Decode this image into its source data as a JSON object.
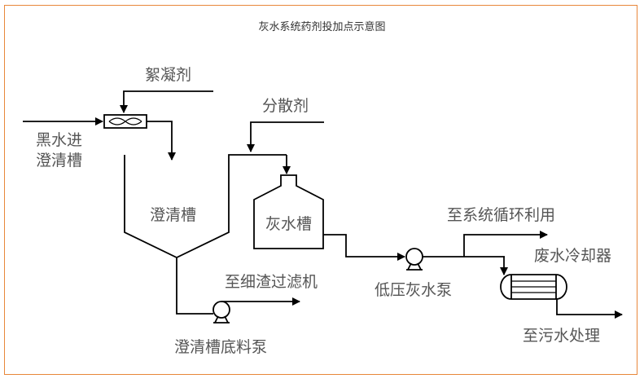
{
  "title": "灰水系统药剂投加点示意图",
  "colors": {
    "border": "#e8873a",
    "line": "#000000",
    "label": "#555555"
  },
  "labels": {
    "flocculant": "絮凝剂",
    "black_water_in_1": "黑水进",
    "black_water_in_2": "澄清槽",
    "dispersant": "分散剂",
    "clarifier": "澄清槽",
    "grey_water_tank": "灰水槽",
    "to_fine_slag_filter": "至细渣过滤机",
    "clarifier_bottom_pump": "澄清槽底料泵",
    "low_pressure_grey_pump": "低压灰水泵",
    "to_system_recycle": "至系统循环利用",
    "wastewater_cooler": "废水冷却器",
    "to_sewage_treatment": "至污水处理"
  }
}
